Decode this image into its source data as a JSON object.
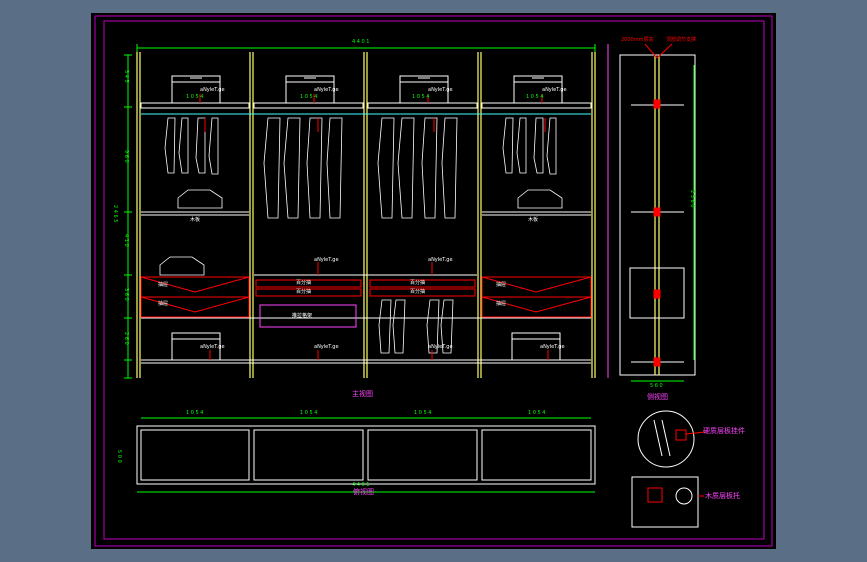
{
  "colors": {
    "background": "#5a6e86",
    "sheet": "#000000",
    "frame": "#c000c0",
    "wood": "#ffffff",
    "post": "#ffff66",
    "dimension": "#00ff00",
    "leader": "#ff0000",
    "highlight": "#ff0000",
    "annotation": "#ff44ff",
    "cyan": "#40ffff"
  },
  "icons": [
    "wardrobe-rail-icon",
    "hanging-shirt-icon",
    "folded-clothes-icon",
    "storage-box-icon",
    "drawer-icon",
    "detail-circle-icon"
  ],
  "labels": {
    "front_view": "主视图",
    "side_view": "侧视图",
    "plan_view": "俯视图",
    "top_note_1": "2000mm层高",
    "top_note_2": "顶部调节支撑",
    "detail_1": "硬质层板挂件",
    "detail_2": "木质层板托",
    "shelf_1": "木板",
    "shelf_2": "木板",
    "drawer_left_1": "抽屉",
    "drawer_left_2": "抽屉",
    "drawer_right_1": "抽屉",
    "drawer_right_2": "抽屉",
    "drawer_mid_1": "百分抽",
    "drawer_mid_2": "百分抽",
    "drawer_mid_3": "百分抽",
    "drawer_mid_4": "百分抽",
    "drawer_bottom": "推拉格架",
    "box_tag": "aNyleT.ge"
  },
  "dimensions": {
    "overall_width": "4 4 0 1",
    "bay_width": "1 0 5 4",
    "overall_height": "2 4 6 5",
    "side_depth": "5 6 0",
    "side_height": "2 3 6 0",
    "left_1": "3 4 5",
    "left_2": "9 6 0",
    "left_3": "4 1 0",
    "left_4": "3 6 0",
    "left_5": "2 6 0",
    "plan_depth": "5 0 0"
  }
}
